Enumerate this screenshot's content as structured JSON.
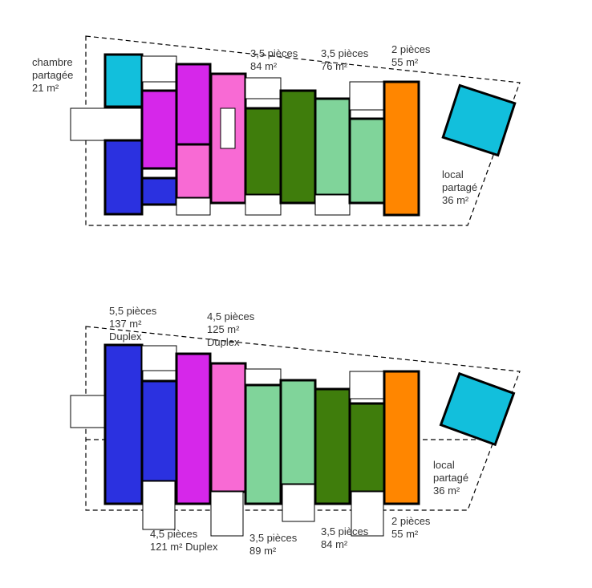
{
  "colors": {
    "cyan": "#12bfdc",
    "blue": "#2b31e0",
    "magenta": "#d627ea",
    "pink": "#f86ad4",
    "dark_green": "#3f7d0c",
    "light_green": "#80d49a",
    "orange": "#ff8600"
  },
  "upper_plan": {
    "labels": [
      {
        "lines": [
          "chambre",
          "partagée",
          "21 m²"
        ]
      },
      {
        "lines": [
          "3,5 pièces",
          "84 m²"
        ]
      },
      {
        "lines": [
          "3,5 pièces",
          "76 m²"
        ]
      },
      {
        "lines": [
          "2 pièces",
          "55 m²"
        ]
      },
      {
        "lines": [
          "local",
          "partagé",
          "36 m²"
        ]
      }
    ]
  },
  "lower_plan": {
    "labels": [
      {
        "lines": [
          "5,5 pièces",
          "137 m²",
          "Duplex"
        ]
      },
      {
        "lines": [
          "4,5 pièces",
          "125 m²",
          "Duplex"
        ]
      },
      {
        "lines": [
          "4,5 pièces",
          "121 m² Duplex"
        ]
      },
      {
        "lines": [
          "3,5 pièces",
          "89 m²"
        ]
      },
      {
        "lines": [
          "3,5 pièces",
          "84 m²"
        ]
      },
      {
        "lines": [
          "2 pièces",
          "55 m²"
        ]
      },
      {
        "lines": [
          "local",
          "partagé",
          "36 m²"
        ]
      }
    ]
  }
}
